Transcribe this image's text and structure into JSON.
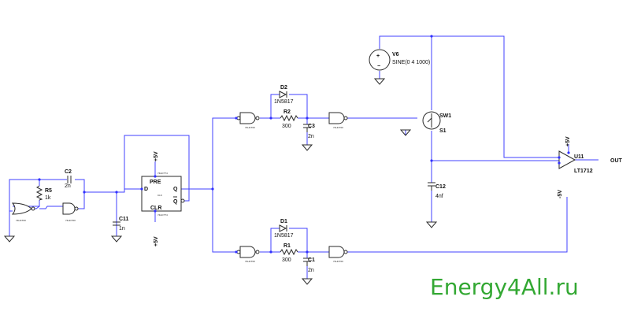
{
  "labels": {
    "r5": "R5",
    "r5_val": "1k",
    "c2": "C2",
    "c2_val": "2n",
    "c11": "C11",
    "c11_val": "1n",
    "ff_pre": "PRE",
    "ff_d": "D",
    "ff_q": "Q",
    "ff_qbar": "Q",
    "ff_clr": "CLR",
    "ff_clk": "CLK",
    "v5_top": "+5V",
    "v5_bot": "+5V",
    "d2": "D2",
    "d2_val": "1N5817",
    "r2": "R2",
    "r2_val": "300",
    "c3": "C3",
    "c3_val": "2n",
    "d1": "D1",
    "d1_val": "1N5817",
    "r1": "R1",
    "r1_val": "300",
    "c1": "C1",
    "c1_val": "2n",
    "v6": "V6",
    "v6_val": "SINE(0 4 1000)",
    "sw1": "SW1",
    "s1": "S1",
    "c12": "C12",
    "c12_val": "4nf",
    "u11": "U11",
    "u11_val": "LT1712",
    "u11_vplus": "+5V",
    "u11_vminus": "-5V",
    "out": "OUT",
    "gate_small": "74HCT00",
    "ff_small": "74HCT74"
  },
  "watermark": "Energy4All.ru",
  "colors": {
    "wire": "#4040ff",
    "component": "#2a2a2a",
    "watermark": "#33a833"
  }
}
